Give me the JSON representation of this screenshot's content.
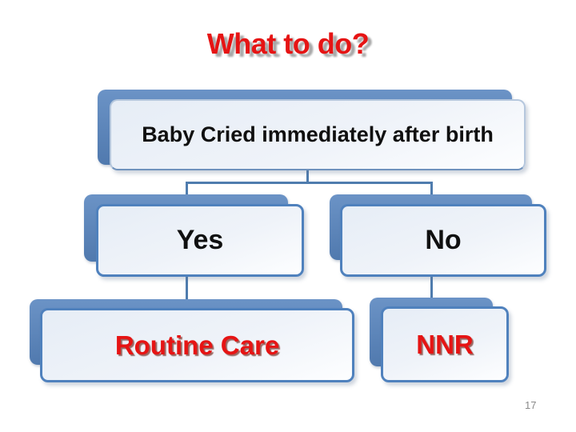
{
  "slide": {
    "title": "What to do?",
    "page_number": "17"
  },
  "flowchart": {
    "root": {
      "label": "Baby Cried immediately after birth"
    },
    "branches": [
      {
        "decision": "Yes",
        "outcome": "Routine Care"
      },
      {
        "decision": "No",
        "outcome": "NNR"
      }
    ]
  },
  "colors": {
    "accent_blue": "#4f81bd",
    "node_back_blue": "#5b87bd",
    "title_red": "#e61414",
    "outcome_red": "#e61414",
    "page_number_gray": "#8a8a8a"
  }
}
